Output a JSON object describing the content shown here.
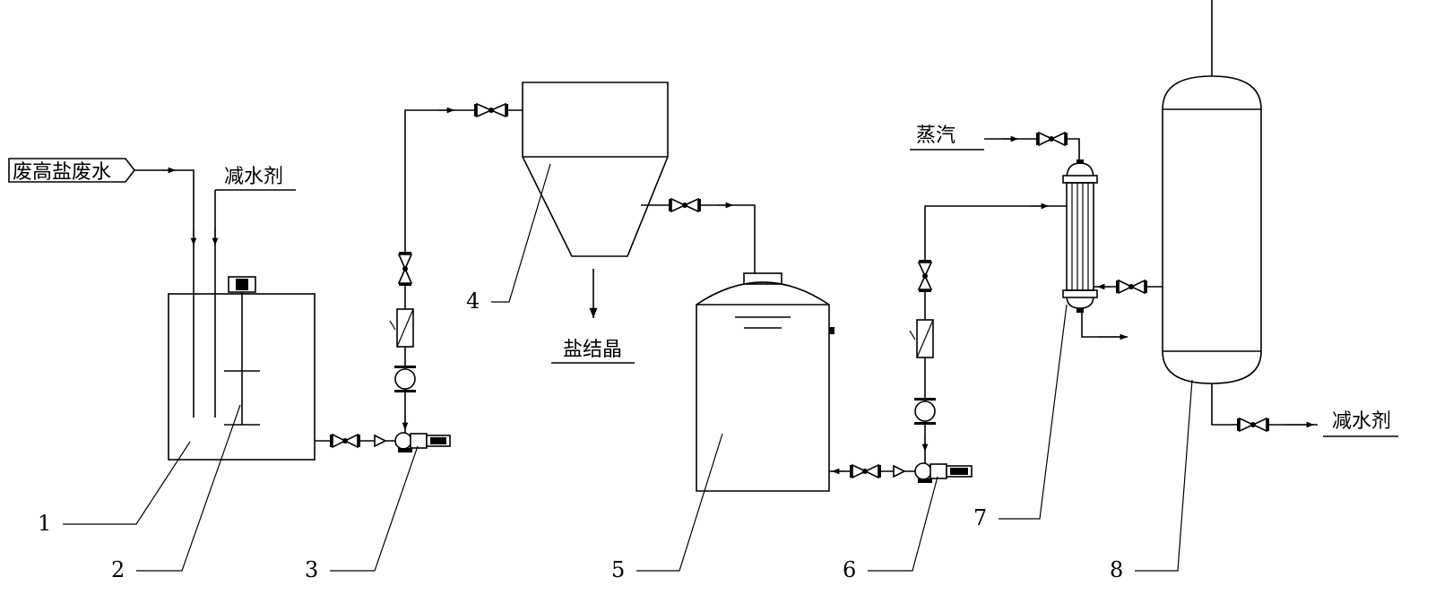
{
  "labels": {
    "waste_water": "废高盐废水",
    "reducer_in": "减水剂",
    "salt_crystal": "盐结晶",
    "steam": "蒸汽",
    "reducer_out": "减水剂"
  },
  "callouts": [
    "1",
    "2",
    "3",
    "4",
    "5",
    "6",
    "7",
    "8"
  ]
}
